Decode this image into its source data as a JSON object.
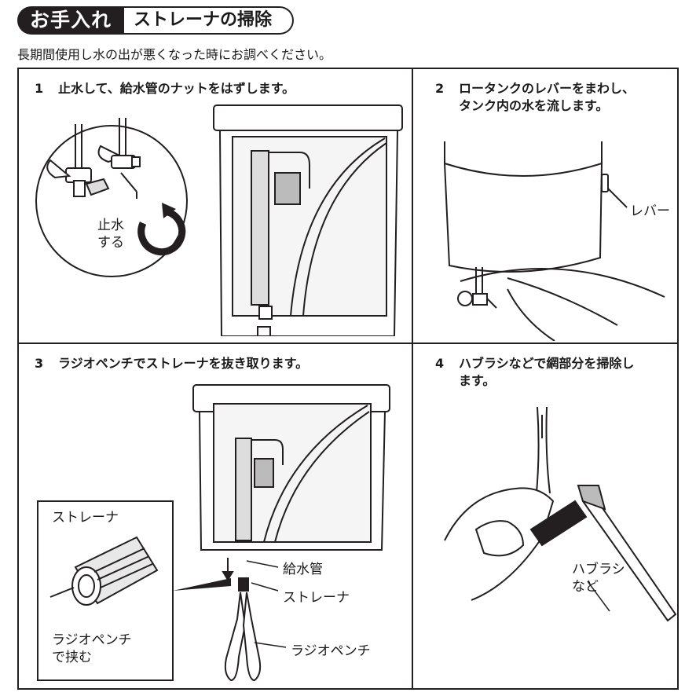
{
  "header": {
    "badge": "お手入れ",
    "title": "ストレーナの掃除"
  },
  "intro": "長期間使用し水の出が悪くなった時にお調べください。",
  "steps": [
    {
      "num": "1",
      "line1": "止水して、給水管のナットをはずします。",
      "line2": ""
    },
    {
      "num": "2",
      "line1": "ロータンクのレバーをまわし、",
      "line2": "タンク内の水を流します。"
    },
    {
      "num": "3",
      "line1": "ラジオペンチでストレーナを抜き取ります。",
      "line2": ""
    },
    {
      "num": "4",
      "line1": "ハブラシなどで網部分を掃除し",
      "line2": "ます。"
    }
  ],
  "labels": {
    "stop_water_1": "止水",
    "stop_water_2": "する",
    "lever": "レバー",
    "strainer_detail": "ストレーナ",
    "pinch_1": "ラジオペンチ",
    "pinch_2": "で挟む",
    "supply_pipe": "給水管",
    "strainer": "ストレーナ",
    "pliers": "ラジオペンチ",
    "toothbrush_1": "ハブラシ",
    "toothbrush_2": "など"
  }
}
